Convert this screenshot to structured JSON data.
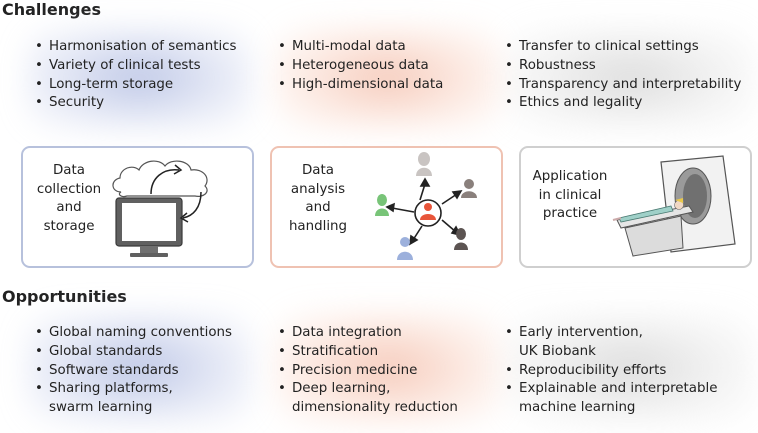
{
  "challenges": {
    "title": "Challenges",
    "col1": [
      "Harmonisation of semantics",
      "Variety of clinical tests",
      "Long-term storage",
      "Security"
    ],
    "col2": [
      "Multi-modal data",
      "Heterogeneous data",
      "High-dimensional data"
    ],
    "col3": [
      "Transfer to clinical settings",
      "Robustness",
      "Transparency and interpretability",
      "Ethics and legality"
    ]
  },
  "panels": {
    "storage": [
      "Data",
      "collection",
      "and",
      "storage"
    ],
    "analysis": [
      "Data",
      "analysis",
      "and",
      "handling"
    ],
    "clinical": [
      "Application",
      "in clinical",
      "practice"
    ]
  },
  "opportunities": {
    "title": "Opportunities",
    "col1": [
      "Global naming conventions",
      "Global standards",
      "Software standards",
      [
        "Sharing platforms,",
        "swarm learning"
      ]
    ],
    "col2": [
      "Data integration",
      "Stratification",
      "Precision medicine",
      [
        "Deep learning,",
        "dimensionality reduction"
      ]
    ],
    "col3": [
      [
        "Early intervention,",
        "UK Biobank"
      ],
      "Reproducibility efforts",
      [
        "Explainable and interpretable",
        "machine learning"
      ]
    ]
  },
  "colors": {
    "blue_glow": "#a9b4dc",
    "orange_glow": "#f2b49c",
    "gray_glow": "#d2d2d2",
    "center_person": "#e8553a",
    "green_person": "#78c478",
    "blue_person": "#9cb0dc"
  },
  "icons": [
    "cloud-icon",
    "monitor-icon",
    "person-icon",
    "ct-scanner-icon"
  ]
}
